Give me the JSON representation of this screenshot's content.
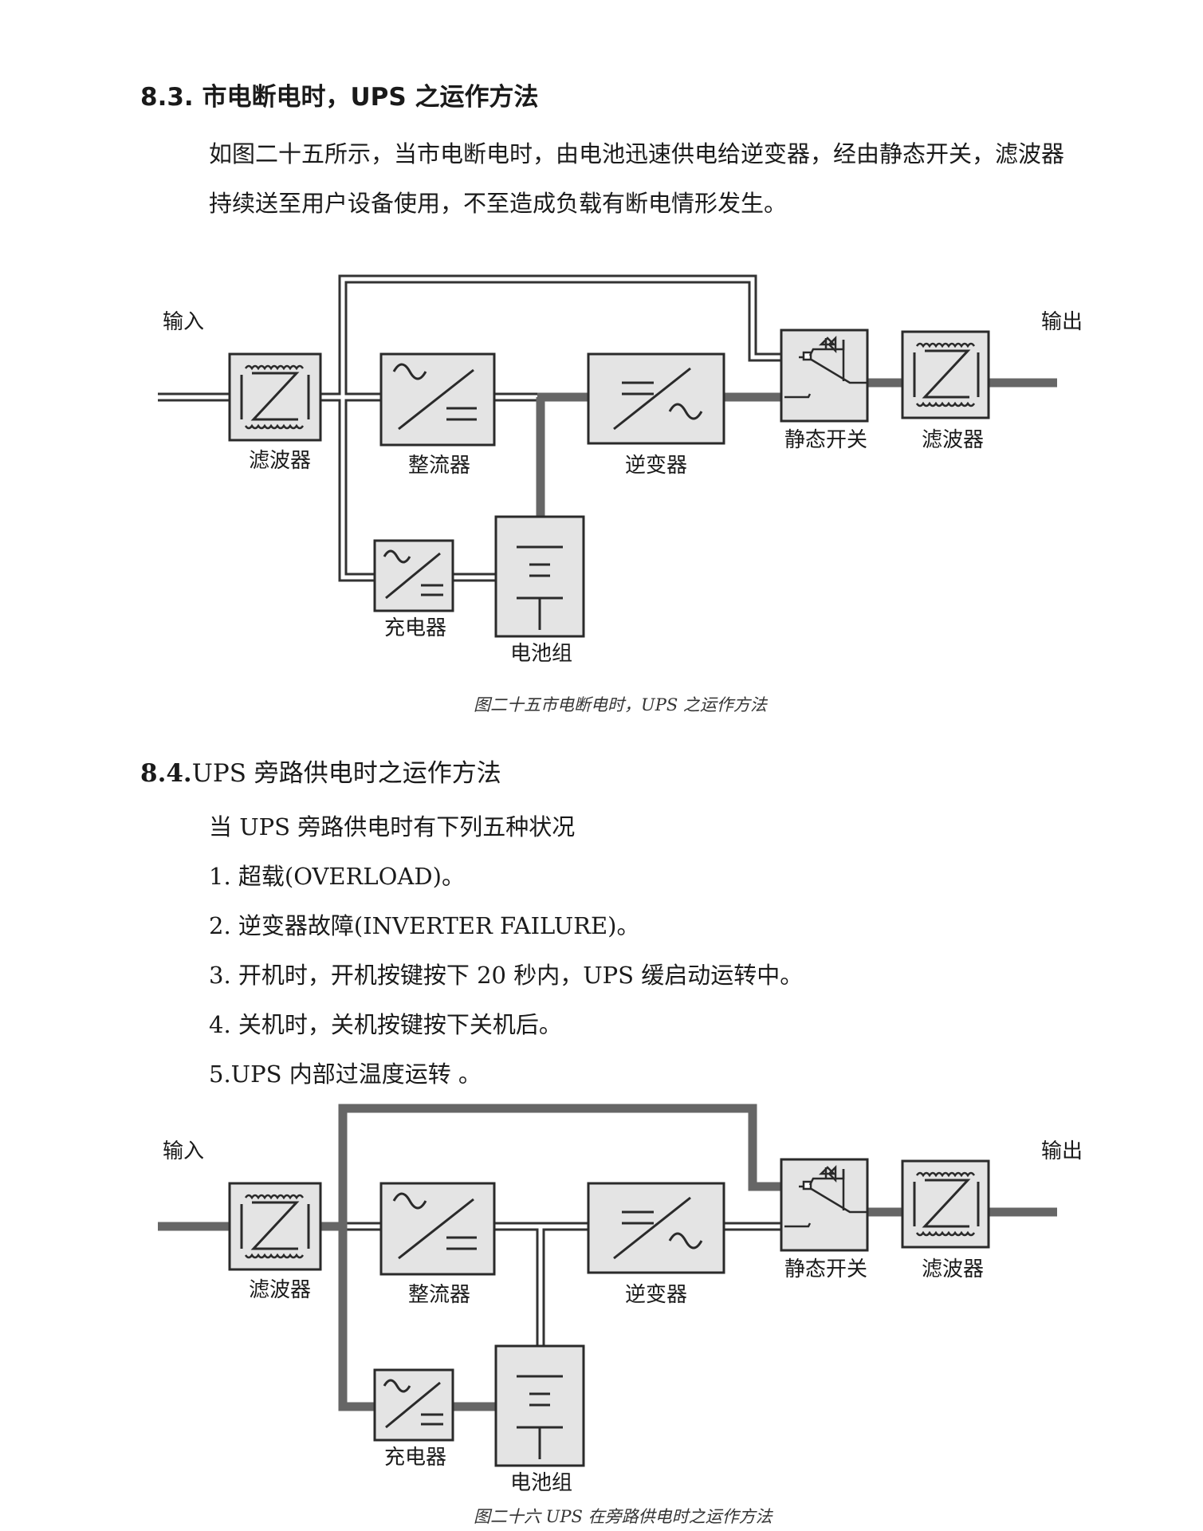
{
  "section_8_3": {
    "heading": "8.3. 市电断电时，UPS 之运作方法",
    "line1": "如图二十五所示，当市电断电时，由电池迅速供电给逆变器，经由静态开关，滤波器",
    "line2": "持续送至用户设备使用，不至造成负载有断电情形发生。",
    "caption": "图二十五市电断电时，UPS 之运作方法"
  },
  "section_8_4": {
    "heading_num": "8.4.",
    "heading_text": "UPS 旁路供电时之运作方法",
    "intro": "当 UPS 旁路供电时有下列五种状况",
    "items": [
      "1. 超载(OVERLOAD)。",
      "2. 逆变器故障(INVERTER FAILURE)。",
      "3. 开机时，开机按键按下 20 秒内，UPS 缓启动运转中。",
      "4. 关机时，关机按键按下关机后。",
      "5.UPS 内部过温度运转 。"
    ],
    "caption": "图二十六 UPS 在旁路供电时之运作方法"
  },
  "diagram_labels": {
    "input": "输入",
    "output": "输出",
    "input_filter": "滤波器",
    "rectifier": "整流器",
    "inverter": "逆变器",
    "static_switch": "静态开关",
    "output_filter": "滤波器",
    "charger": "充电器",
    "battery": "电池组"
  },
  "icons": {
    "filter": "filter-icon",
    "rectifier": "ac-dc-icon",
    "inverter": "dc-ac-icon",
    "charger": "ac-dc-icon",
    "battery": "battery-icon",
    "static_switch": "thyristor-switch-icon"
  },
  "colors": {
    "box_fill": "#e4e4e4",
    "active_path": "#666666",
    "inactive_path": "#ffffff",
    "outline": "#333333"
  }
}
